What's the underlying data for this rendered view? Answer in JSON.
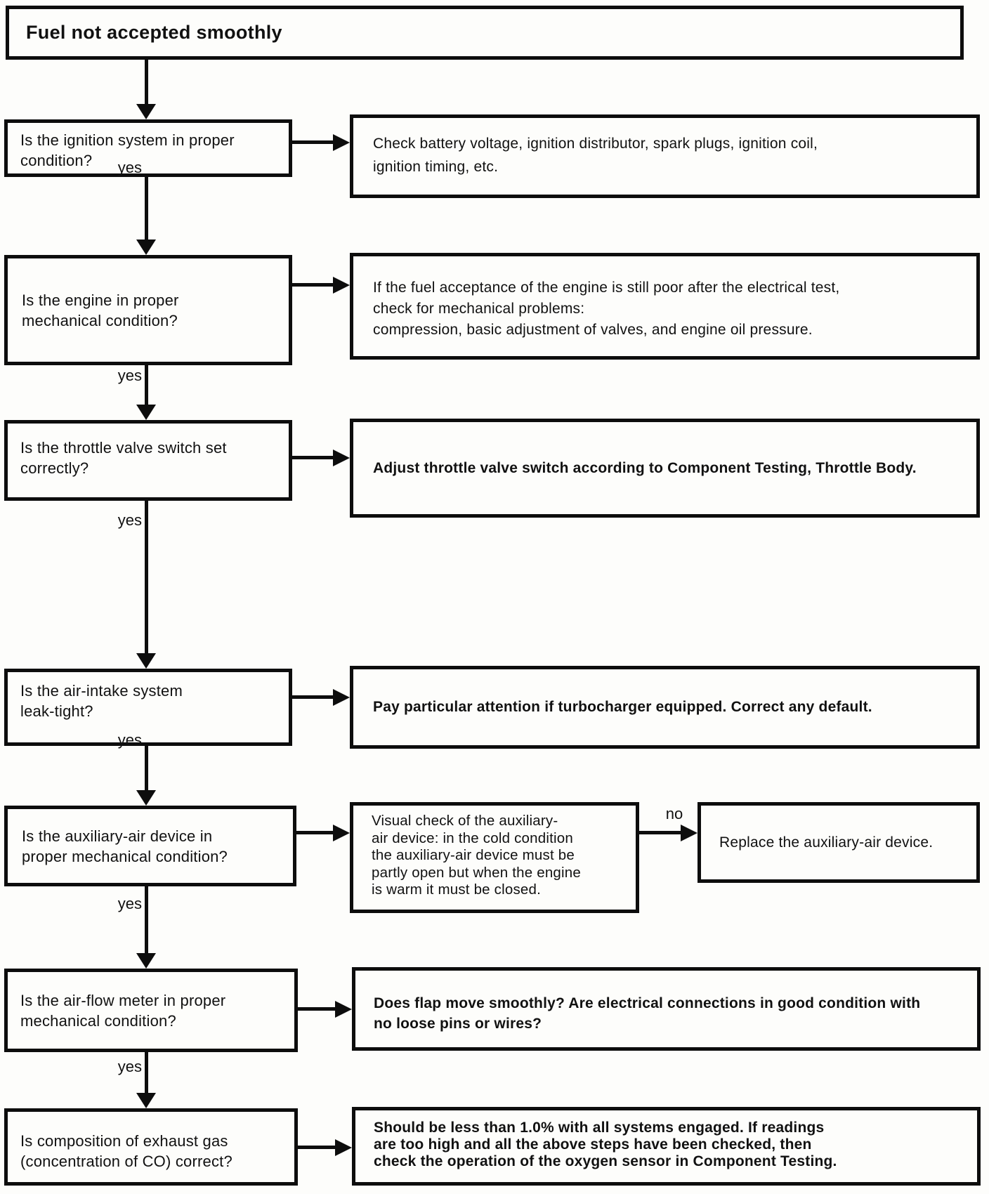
{
  "flowchart": {
    "title": "Fuel not accepted smoothly",
    "yes_label": "yes",
    "no_label": "no",
    "steps": [
      {
        "question": "Is the ignition system in proper\ncondition?",
        "action": "Check battery voltage, ignition distributor, spark plugs, ignition coil,\nignition timing, etc."
      },
      {
        "question": "Is the engine in proper\nmechanical condition?",
        "action": "If the fuel acceptance of the engine is still poor after the electrical test,\ncheck for mechanical problems:\ncompression, basic adjustment of valves, and engine oil pressure."
      },
      {
        "question": "Is the throttle valve switch set\ncorrectly?",
        "action": "Adjust throttle valve switch according to Component Testing, Throttle Body."
      },
      {
        "question": "Is the air-intake system\nleak-tight?",
        "action": "Pay particular attention if turbocharger equipped. Correct any default."
      },
      {
        "question": "Is the auxiliary-air device in\nproper mechanical condition?",
        "action": "Visual check of the auxiliary-\nair device: in the cold condition\nthe auxiliary-air device must be\npartly open but when the engine\nis warm it must be closed.",
        "no_action": "Replace the auxiliary-air device."
      },
      {
        "question": "Is the air-flow meter in proper\nmechanical condition?",
        "action": "Does flap move smoothly? Are electrical connections in good condition with\nno loose pins or wires?"
      },
      {
        "question": "Is composition of exhaust gas\n(concentration of CO) correct?",
        "action": "Should be less than 1.0% with all systems engaged. If readings\nare too high and all the above steps have been checked, then\ncheck the operation of the oxygen sensor in Component Testing."
      }
    ]
  }
}
